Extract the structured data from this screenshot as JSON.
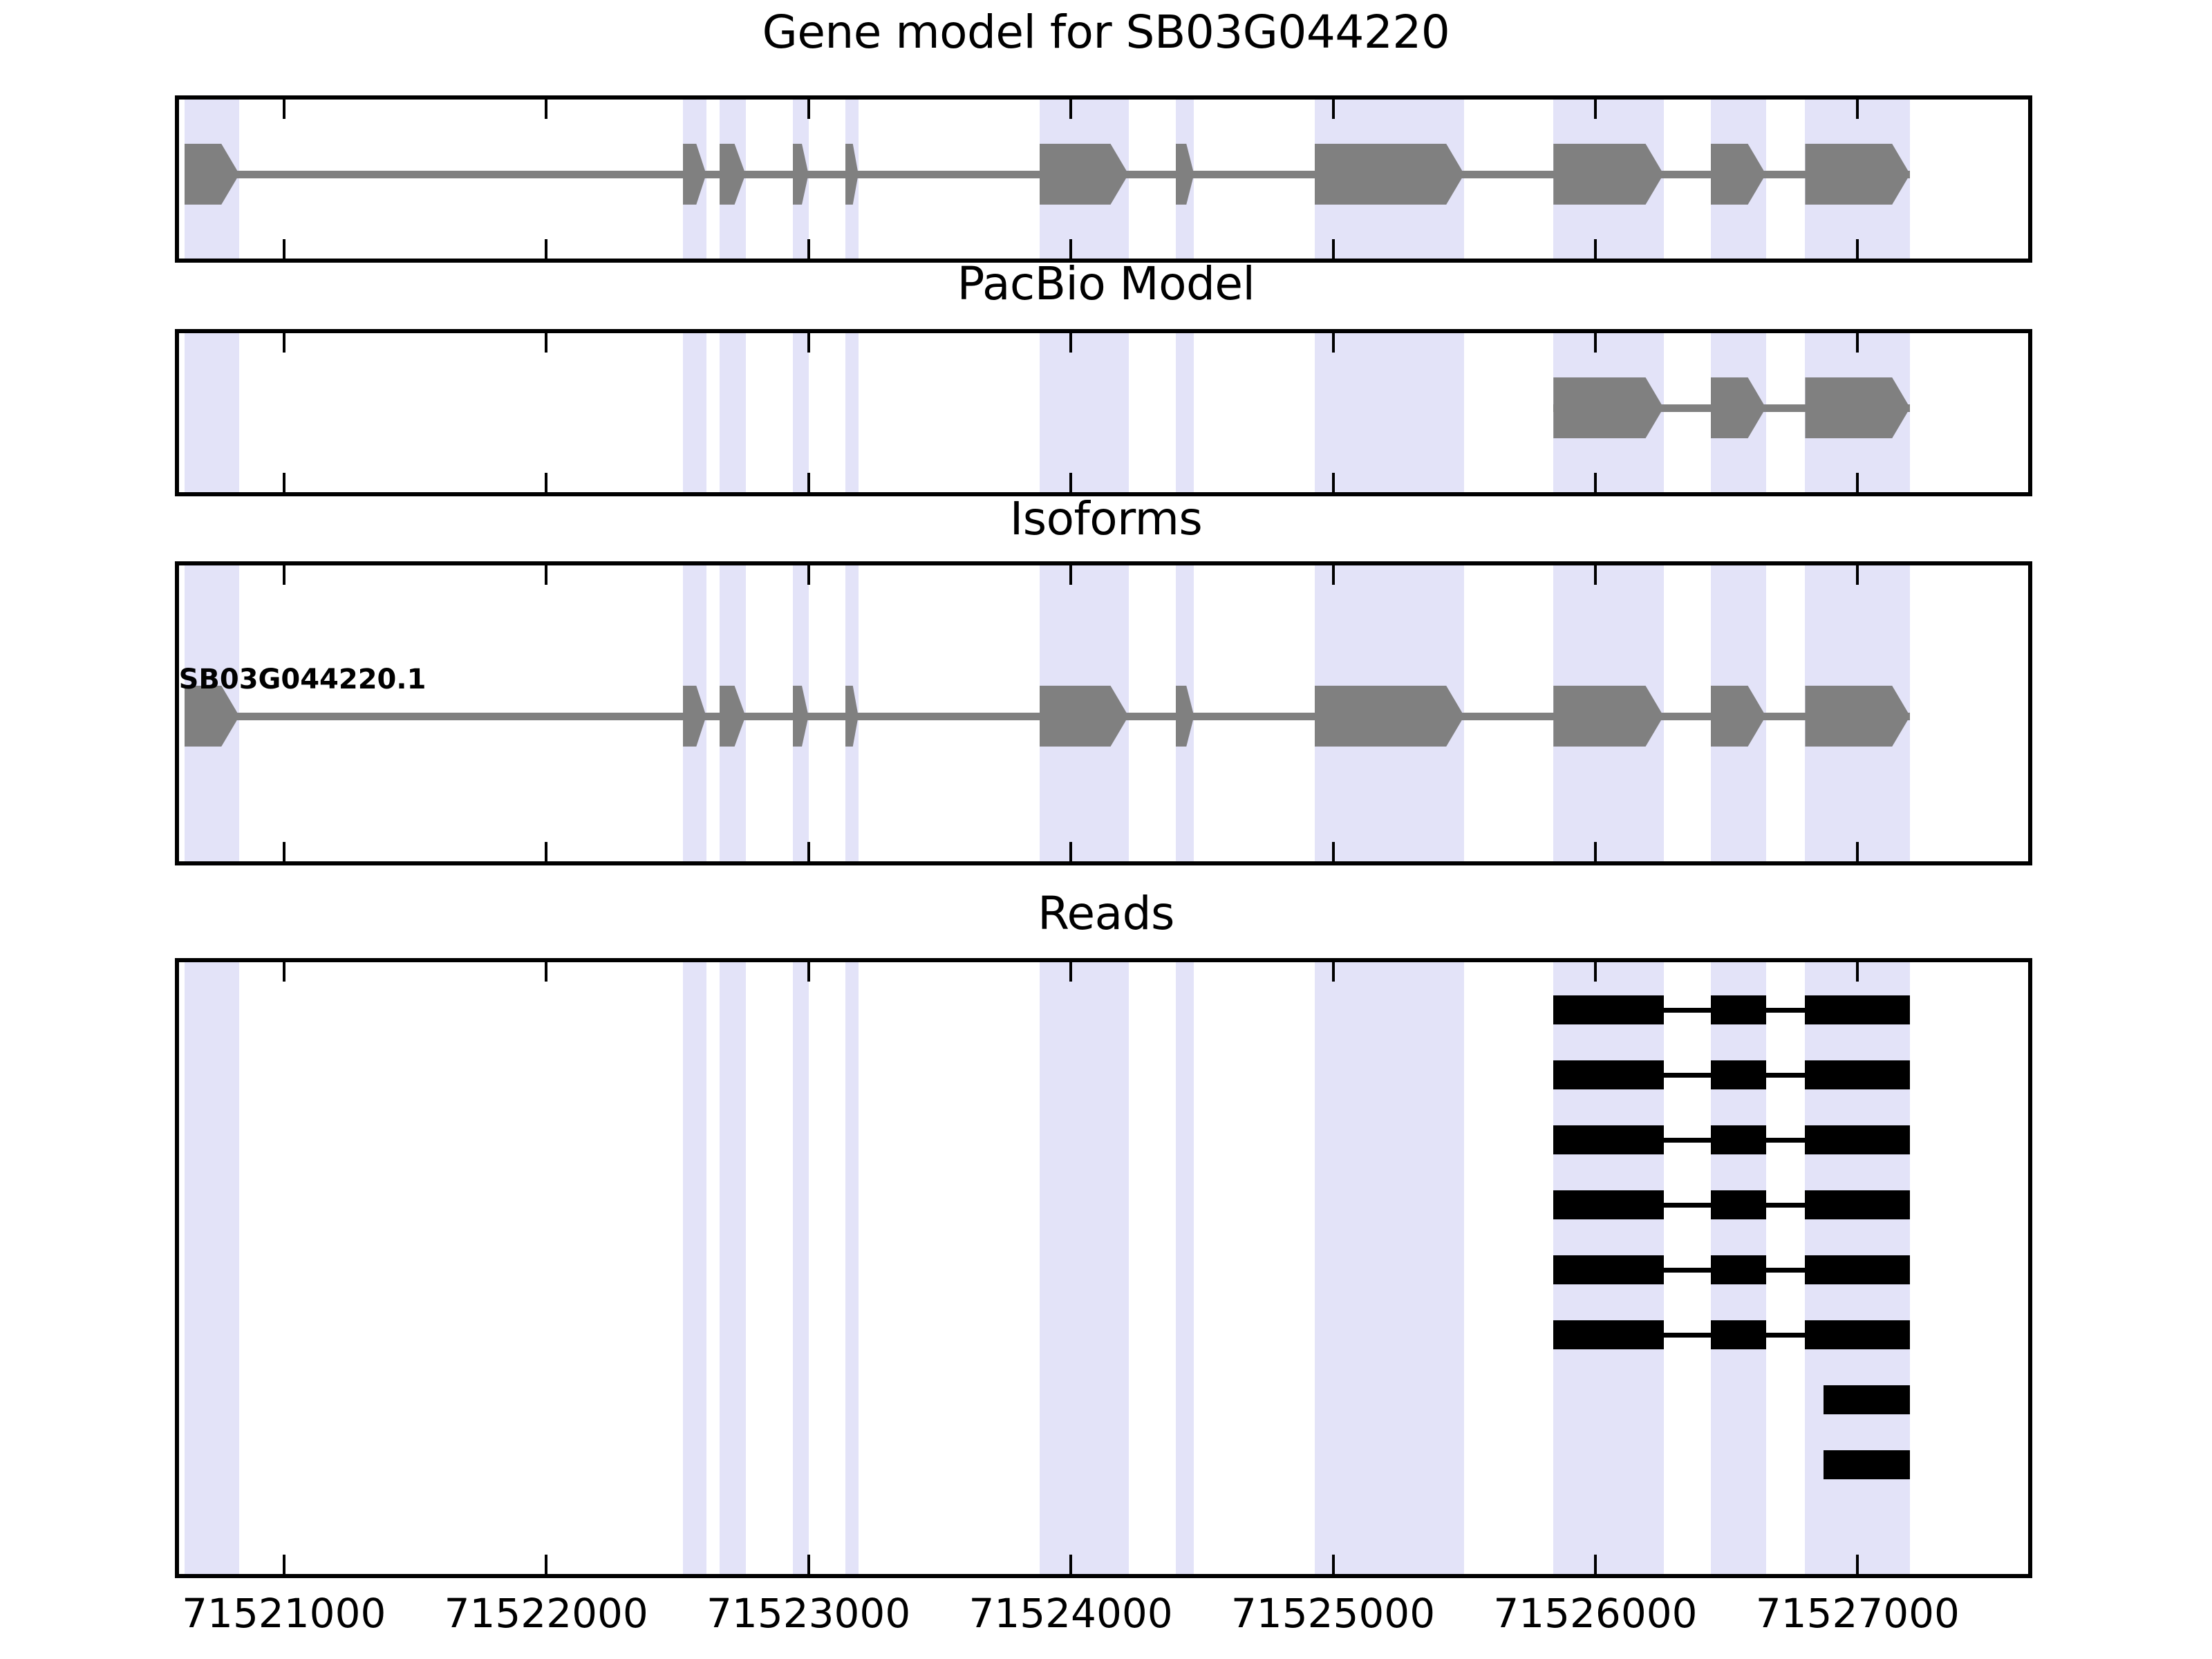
{
  "figure": {
    "background_color": "#ffffff",
    "feature_color": "#808080",
    "read_color": "#000000",
    "highlight_band_color": "#e3e3f8",
    "axis_color": "#000000"
  },
  "panels": [
    {
      "key": "gene_model",
      "title": "Gene model for SB03G044220"
    },
    {
      "key": "pacbio_model",
      "title": "PacBio Model"
    },
    {
      "key": "isoforms",
      "title": "Isoforms"
    },
    {
      "key": "reads",
      "title": "Reads"
    }
  ],
  "axis": {
    "label": "",
    "min": 71520600,
    "max": 71527650,
    "ticks": [
      {
        "value": 71521000,
        "label": "71521000"
      },
      {
        "value": 71522000,
        "label": "71522000"
      },
      {
        "value": 71523000,
        "label": "71523000"
      },
      {
        "value": 71524000,
        "label": "71524000"
      },
      {
        "value": 71525000,
        "label": "71525000"
      },
      {
        "value": 71526000,
        "label": "71526000"
      },
      {
        "value": 71527000,
        "label": "71527000"
      }
    ]
  },
  "highlight_bands": [
    {
      "start": 71520620,
      "end": 71520830
    },
    {
      "start": 71522520,
      "end": 71522610
    },
    {
      "start": 71522660,
      "end": 71522760
    },
    {
      "start": 71522940,
      "end": 71523000
    },
    {
      "start": 71523140,
      "end": 71523190
    },
    {
      "start": 71523880,
      "end": 71524220
    },
    {
      "start": 71524400,
      "end": 71524470
    },
    {
      "start": 71524930,
      "end": 71525500
    },
    {
      "start": 71525840,
      "end": 71526260
    },
    {
      "start": 71526440,
      "end": 71526650
    },
    {
      "start": 71526800,
      "end": 71527200
    }
  ],
  "chart_data": {
    "type": "genome-browser-track",
    "title": "Gene model for SB03G044220",
    "xlabel": "",
    "ylabel": "",
    "xlim": [
      71520600,
      71527650
    ],
    "grid": false,
    "legend": "none",
    "strand": "+",
    "tracks": [
      {
        "name": "gene_model",
        "title": "Gene model for SB03G044220",
        "style": "arrow-exon",
        "color": "#808080",
        "transcripts": [
          {
            "id": "SB03G044220",
            "label": "",
            "start": 71520620,
            "end": 71527200,
            "exons": [
              {
                "start": 71520620,
                "end": 71520830
              },
              {
                "start": 71522520,
                "end": 71522610
              },
              {
                "start": 71522660,
                "end": 71522760
              },
              {
                "start": 71522940,
                "end": 71523000
              },
              {
                "start": 71523140,
                "end": 71523190
              },
              {
                "start": 71523880,
                "end": 71524220
              },
              {
                "start": 71524400,
                "end": 71524470
              },
              {
                "start": 71524930,
                "end": 71525500
              },
              {
                "start": 71525840,
                "end": 71526260
              },
              {
                "start": 71526440,
                "end": 71526650
              },
              {
                "start": 71526800,
                "end": 71527200
              }
            ]
          }
        ]
      },
      {
        "name": "pacbio_model",
        "title": "PacBio Model",
        "style": "arrow-exon",
        "color": "#808080",
        "transcripts": [
          {
            "id": "PacBio",
            "label": "",
            "start": 71525840,
            "end": 71527200,
            "exons": [
              {
                "start": 71525840,
                "end": 71526260
              },
              {
                "start": 71526440,
                "end": 71526650
              },
              {
                "start": 71526800,
                "end": 71527200
              }
            ]
          }
        ]
      },
      {
        "name": "isoforms",
        "title": "Isoforms",
        "style": "arrow-exon",
        "color": "#808080",
        "transcripts": [
          {
            "id": "SB03G044220.1",
            "label": "SB03G044220.1",
            "start": 71520620,
            "end": 71527200,
            "exons": [
              {
                "start": 71520620,
                "end": 71520830
              },
              {
                "start": 71522520,
                "end": 71522610
              },
              {
                "start": 71522660,
                "end": 71522760
              },
              {
                "start": 71522940,
                "end": 71523000
              },
              {
                "start": 71523140,
                "end": 71523190
              },
              {
                "start": 71523880,
                "end": 71524220
              },
              {
                "start": 71524400,
                "end": 71524470
              },
              {
                "start": 71524930,
                "end": 71525500
              },
              {
                "start": 71525840,
                "end": 71526260
              },
              {
                "start": 71526440,
                "end": 71526650
              },
              {
                "start": 71526800,
                "end": 71527200
              }
            ]
          }
        ]
      },
      {
        "name": "reads",
        "title": "Reads",
        "style": "block",
        "color": "#000000",
        "read_count": 8,
        "reads": [
          {
            "start": 71525840,
            "end": 71527200,
            "blocks": [
              [
                71525840,
                71526260
              ],
              [
                71526440,
                71526650
              ],
              [
                71526800,
                71527200
              ]
            ]
          },
          {
            "start": 71525840,
            "end": 71527200,
            "blocks": [
              [
                71525840,
                71526260
              ],
              [
                71526440,
                71526650
              ],
              [
                71526800,
                71527200
              ]
            ]
          },
          {
            "start": 71525840,
            "end": 71527200,
            "blocks": [
              [
                71525840,
                71526260
              ],
              [
                71526440,
                71526650
              ],
              [
                71526800,
                71527200
              ]
            ]
          },
          {
            "start": 71525840,
            "end": 71527200,
            "blocks": [
              [
                71525840,
                71526260
              ],
              [
                71526440,
                71526650
              ],
              [
                71526800,
                71527200
              ]
            ]
          },
          {
            "start": 71525840,
            "end": 71527200,
            "blocks": [
              [
                71525840,
                71526260
              ],
              [
                71526440,
                71526650
              ],
              [
                71526800,
                71527200
              ]
            ]
          },
          {
            "start": 71525840,
            "end": 71527200,
            "blocks": [
              [
                71525840,
                71526260
              ],
              [
                71526440,
                71526650
              ],
              [
                71526800,
                71527200
              ]
            ]
          },
          {
            "start": 71526870,
            "end": 71527200,
            "blocks": [
              [
                71526870,
                71527200
              ]
            ]
          },
          {
            "start": 71526870,
            "end": 71527200,
            "blocks": [
              [
                71526870,
                71527200
              ]
            ]
          }
        ]
      }
    ]
  }
}
